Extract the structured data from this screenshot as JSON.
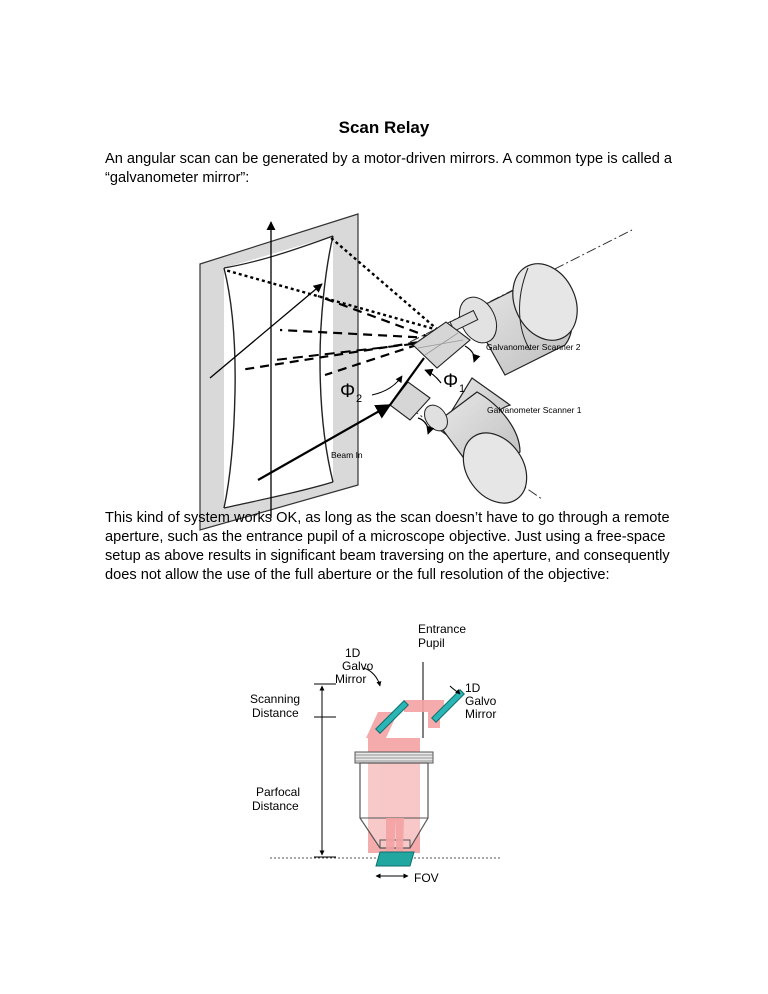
{
  "document": {
    "title": "Scan Relay",
    "paragraph1": "An angular scan can be generated by a motor-driven mirrors.  A common type is called a “galvanometer mirror”:",
    "paragraph2": "This kind of system works OK, as long as the scan doesn’t have to go through a remote aperture, such as the entrance pupil of a microscope objective.  Just using a free-space setup as above results in significant beam traversing on the aperture, and consequently does not allow the use of the full aberture or the full resolution of the objective:"
  },
  "figure1": {
    "scanner2_label": "Galvanometer Scanner 2",
    "scanner1_label": "Galvanometer Scanner 1",
    "beam_label": "Beam In",
    "phi2_label": "Φ",
    "phi2_sub": "2",
    "phi1_label": "Φ",
    "phi1_sub": "1"
  },
  "figure2": {
    "entrance_pupil_line1": "Entrance",
    "entrance_pupil_line2": "Pupil",
    "galvo_left_line1": "1D",
    "galvo_left_line2": "Galvo",
    "galvo_left_line3": "Mirror",
    "galvo_right_line1": "1D",
    "galvo_right_line2": "Galvo",
    "galvo_right_line3": "Mirror",
    "scanning_line1": "Scanning",
    "scanning_line2": "Distance",
    "parfocal_line1": "Parfocal",
    "parfocal_line2": "Distance",
    "fov_label": "FOV"
  }
}
